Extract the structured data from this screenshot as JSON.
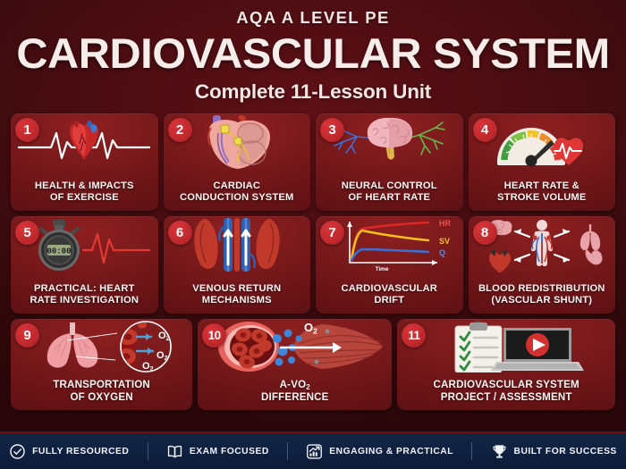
{
  "header": {
    "eyebrow": "AQA A LEVEL PE",
    "title": "CARDIOVASCULAR SYSTEM",
    "subtitle": "Complete 11-Lesson Unit"
  },
  "theme": {
    "background": "#4a0d12",
    "card": "#7a1a1c",
    "badge": "#c22a2e",
    "text": "#f6ece9",
    "footer": "#0f2040",
    "accent_red": "#cc2b2b",
    "accent_yellow": "#f0c419",
    "accent_blue": "#3b6fd4"
  },
  "lessons": [
    {
      "number": "1",
      "label": "HEALTH & IMPACTS OF EXERCISE",
      "line1": "HEALTH & IMPACTS",
      "line2": "OF EXERCISE",
      "icon": "heart-ecg-icon"
    },
    {
      "number": "2",
      "label": "CARDIAC CONDUCTION SYSTEM",
      "line1": "CARDIAC",
      "line2": "CONDUCTION SYSTEM",
      "icon": "heart-conduction-icon"
    },
    {
      "number": "3",
      "label": "NEURAL CONTROL OF HEART RATE",
      "line1": "NEURAL CONTROL",
      "line2": "OF HEART RATE",
      "icon": "brain-nerves-icon"
    },
    {
      "number": "4",
      "label": "HEART RATE & STROKE VOLUME",
      "line1": "HEART RATE &",
      "line2": "STROKE VOLUME",
      "icon": "gauge-heart-icon"
    },
    {
      "number": "5",
      "label": "PRACTICAL: HEART RATE INVESTIGATION",
      "line1": "PRACTICAL: HEART",
      "line2": "RATE INVESTIGATION",
      "icon": "stopwatch-ecg-icon",
      "stopwatch_display": "00:00"
    },
    {
      "number": "6",
      "label": "VENOUS RETURN MECHANISMS",
      "line1": "VENOUS RETURN",
      "line2": "MECHANISMS",
      "icon": "muscle-pump-veins-icon"
    },
    {
      "number": "7",
      "label": "CARDIOVASCULAR DRIFT",
      "line1": "CARDIOVASCULAR",
      "line2": "DRIFT",
      "icon": "line-chart-icon"
    },
    {
      "number": "8",
      "label": "BLOOD REDISTRIBUTION (VASCULAR SHUNT)",
      "line1": "BLOOD REDISTRIBUTION",
      "line2": "(VASCULAR SHUNT)",
      "icon": "body-shunt-icon"
    },
    {
      "number": "9",
      "label": "TRANSPORTATION OF OXYGEN",
      "line1": "TRANSPORTATION",
      "line2": "OF OXYGEN",
      "icon": "lungs-oxygen-icon"
    },
    {
      "number": "10",
      "label": "A-VO2 DIFFERENCE",
      "line1": "A-VO",
      "line1_sub": "2",
      "line2": "DIFFERENCE",
      "icon": "capillary-muscle-icon"
    },
    {
      "number": "11",
      "label": "CARDIOVASCULAR SYSTEM PROJECT / ASSESSMENT",
      "line1": "CARDIOVASCULAR SYSTEM",
      "line2": "PROJECT / ASSESSMENT",
      "icon": "clipboard-laptop-icon"
    }
  ],
  "chart_data": {
    "type": "line",
    "title": "Cardiovascular Drift",
    "xlabel": "Time",
    "ylabel": "",
    "x": [
      0,
      1,
      2,
      3,
      4,
      5
    ],
    "series": [
      {
        "name": "HR",
        "color": "#e02626",
        "values": [
          10,
          60,
          68,
          74,
          79,
          84
        ]
      },
      {
        "name": "SV",
        "color": "#f2c018",
        "values": [
          10,
          62,
          58,
          55,
          52,
          49
        ]
      },
      {
        "name": "Q",
        "color": "#3b6fd4",
        "values": [
          8,
          30,
          31,
          31,
          30,
          29
        ]
      }
    ],
    "legend_position": "right",
    "grid": false
  },
  "card7_labels": {
    "hr": "HR",
    "sv": "SV",
    "q": "Q",
    "time": "Time"
  },
  "card9_labels": {
    "o2_a": "O",
    "o2_b": "O",
    "o2_c": "O",
    "sub": "2"
  },
  "card10_labels": {
    "o2": "O",
    "sub": "2"
  },
  "footer": {
    "items": [
      {
        "label": "FULLY RESOURCED",
        "icon": "check-circle-icon"
      },
      {
        "label": "EXAM FOCUSED",
        "icon": "book-icon"
      },
      {
        "label": "ENGAGING & PRACTICAL",
        "icon": "bar-chart-growth-icon"
      },
      {
        "label": "BUILT FOR SUCCESS",
        "icon": "trophy-icon"
      }
    ]
  }
}
